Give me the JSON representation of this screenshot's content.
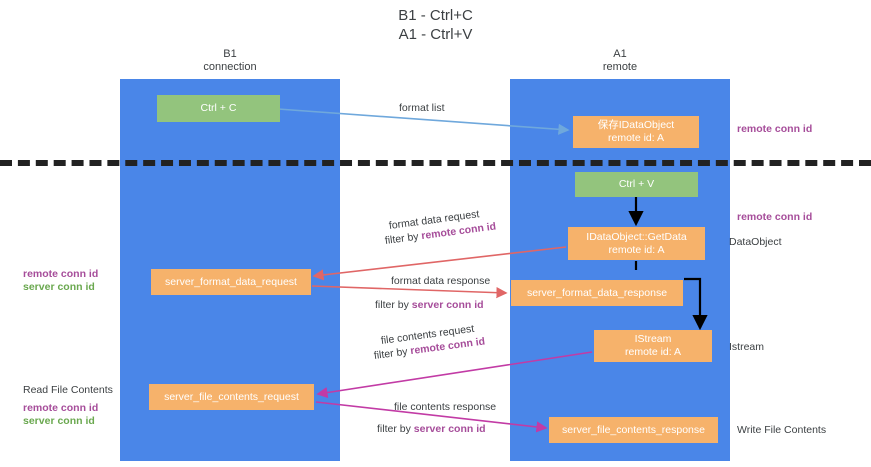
{
  "title": {
    "line1": "B1 - Ctrl+C",
    "line2": "A1 - Ctrl+V"
  },
  "columns": [
    {
      "name": "B1",
      "role": "connection"
    },
    {
      "name": "A1",
      "role": "remote"
    }
  ],
  "colors": {
    "lane": "#4a86e8",
    "box_orange": "#f6b26b",
    "box_green": "#93c47d",
    "accent_purple": "#a64d9a",
    "accent_green": "#6aa84f",
    "arrow_blue": "#6fa8dc",
    "arrow_red": "#e06666",
    "arrow_magenta": "#c23ba5",
    "arrow_black": "#000000",
    "separator": "#222222",
    "text": "#3c4043",
    "background": "#ffffff"
  },
  "boxes": {
    "ctrl_c": {
      "line1": "Ctrl + C",
      "line2": ""
    },
    "save_idataobject": {
      "line1": "保存IDataObject",
      "line2": "remote id: A"
    },
    "ctrl_v": {
      "line1": "Ctrl + V",
      "line2": ""
    },
    "getdata": {
      "line1": "IDataObject::GetData",
      "line2": "remote id: A"
    },
    "server_format_data_request": {
      "line1": "server_format_data_request",
      "line2": ""
    },
    "server_format_data_response": {
      "line1": "server_format_data_response",
      "line2": ""
    },
    "istream": {
      "line1": "IStream",
      "line2": "remote id: A"
    },
    "server_file_contents_request": {
      "line1": "server_file_contents_request",
      "line2": ""
    },
    "server_file_contents_response": {
      "line1": "server_file_contents_response",
      "line2": ""
    }
  },
  "edge_labels": {
    "format_list": "format list",
    "format_data_request": "format data request",
    "format_data_request_filter_prefix": "filter by ",
    "format_data_request_filter_key": "remote conn id",
    "format_data_response": "format data response",
    "format_data_response_filter_prefix": "filter by ",
    "format_data_response_filter_key": "server conn id",
    "file_contents_request": "file contents request",
    "file_contents_request_filter_prefix": "filter by ",
    "file_contents_request_filter_key": "remote conn id",
    "file_contents_response": "file contents response",
    "file_contents_response_filter_prefix": "filter by ",
    "file_contents_response_filter_key": "server conn id"
  },
  "annotations": {
    "right_remote_conn_id_top": "remote conn id",
    "right_remote_conn_id_mid": "remote conn id",
    "right_dataobject": "DataObject",
    "right_istream": "Istream",
    "right_write_file_contents": "Write File Contents",
    "left_remote_conn_id_mid": "remote conn id",
    "left_server_conn_id_mid": "server conn id",
    "left_read_file_contents": "Read File Contents",
    "left_remote_conn_id_bottom": "remote conn id",
    "left_server_conn_id_bottom": "server conn id"
  }
}
